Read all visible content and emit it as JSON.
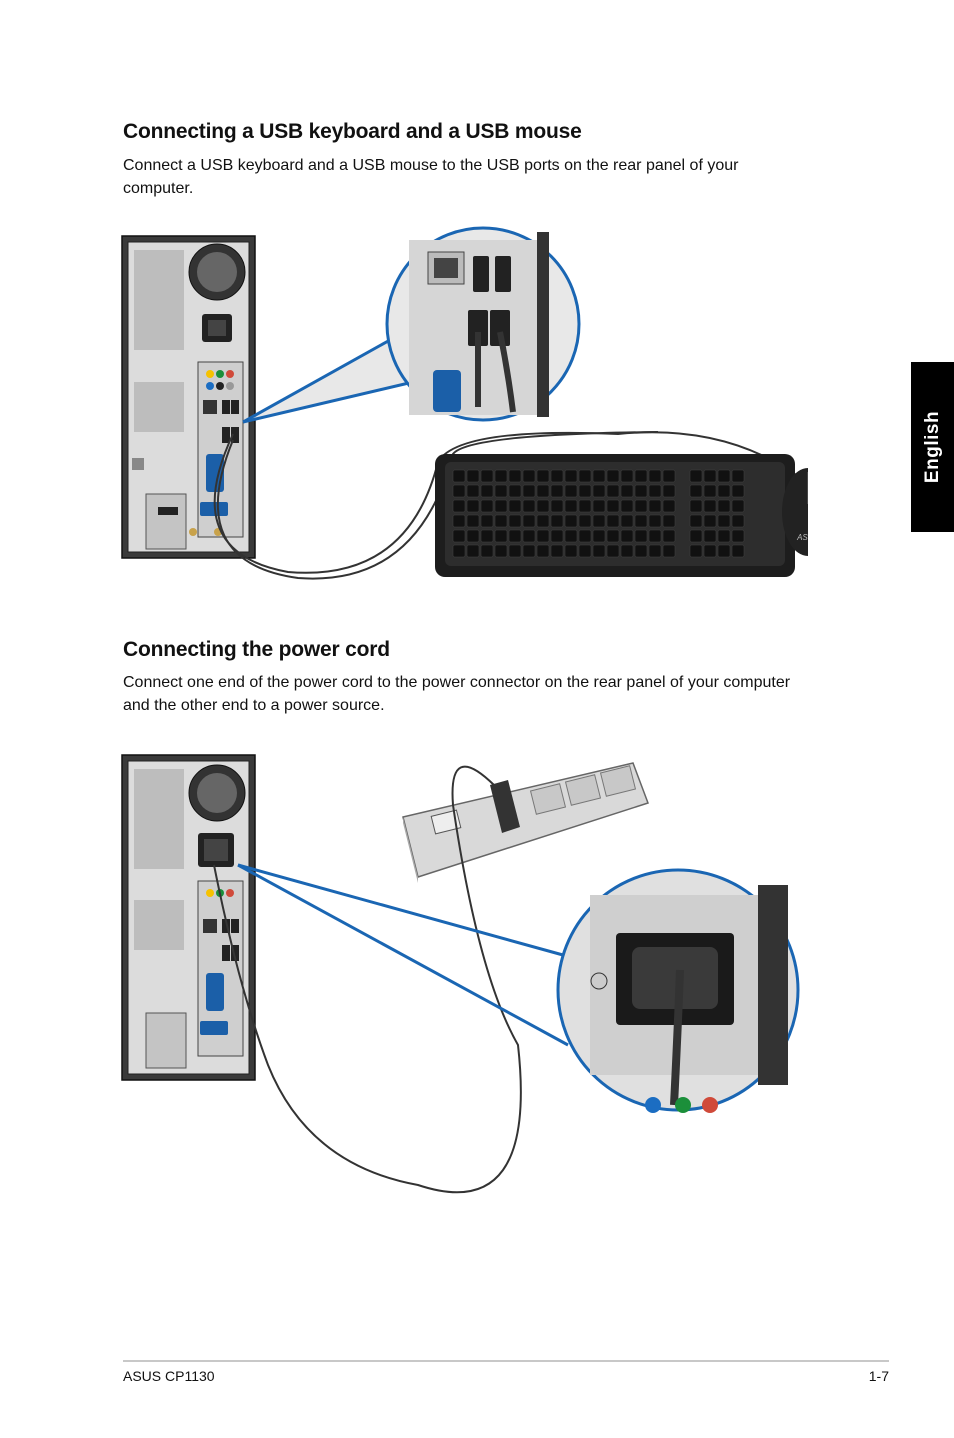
{
  "sections": [
    {
      "heading": "Connecting a USB keyboard and a USB mouse",
      "body": "Connect a USB keyboard and a USB mouse to the USB ports on the rear panel of your computer."
    },
    {
      "heading": "Connecting the power cord",
      "body": "Connect one end of the power cord to the power connector on the rear panel of your computer and the other end to a power source."
    }
  ],
  "side_tab": {
    "label": "English"
  },
  "footer": {
    "product": "ASUS CP1130",
    "page": "1-7"
  },
  "figure_labels": {
    "mouse_logo": "ASUS"
  },
  "colors": {
    "callout_blue": "#1a66b3",
    "tab_black": "#000000"
  }
}
